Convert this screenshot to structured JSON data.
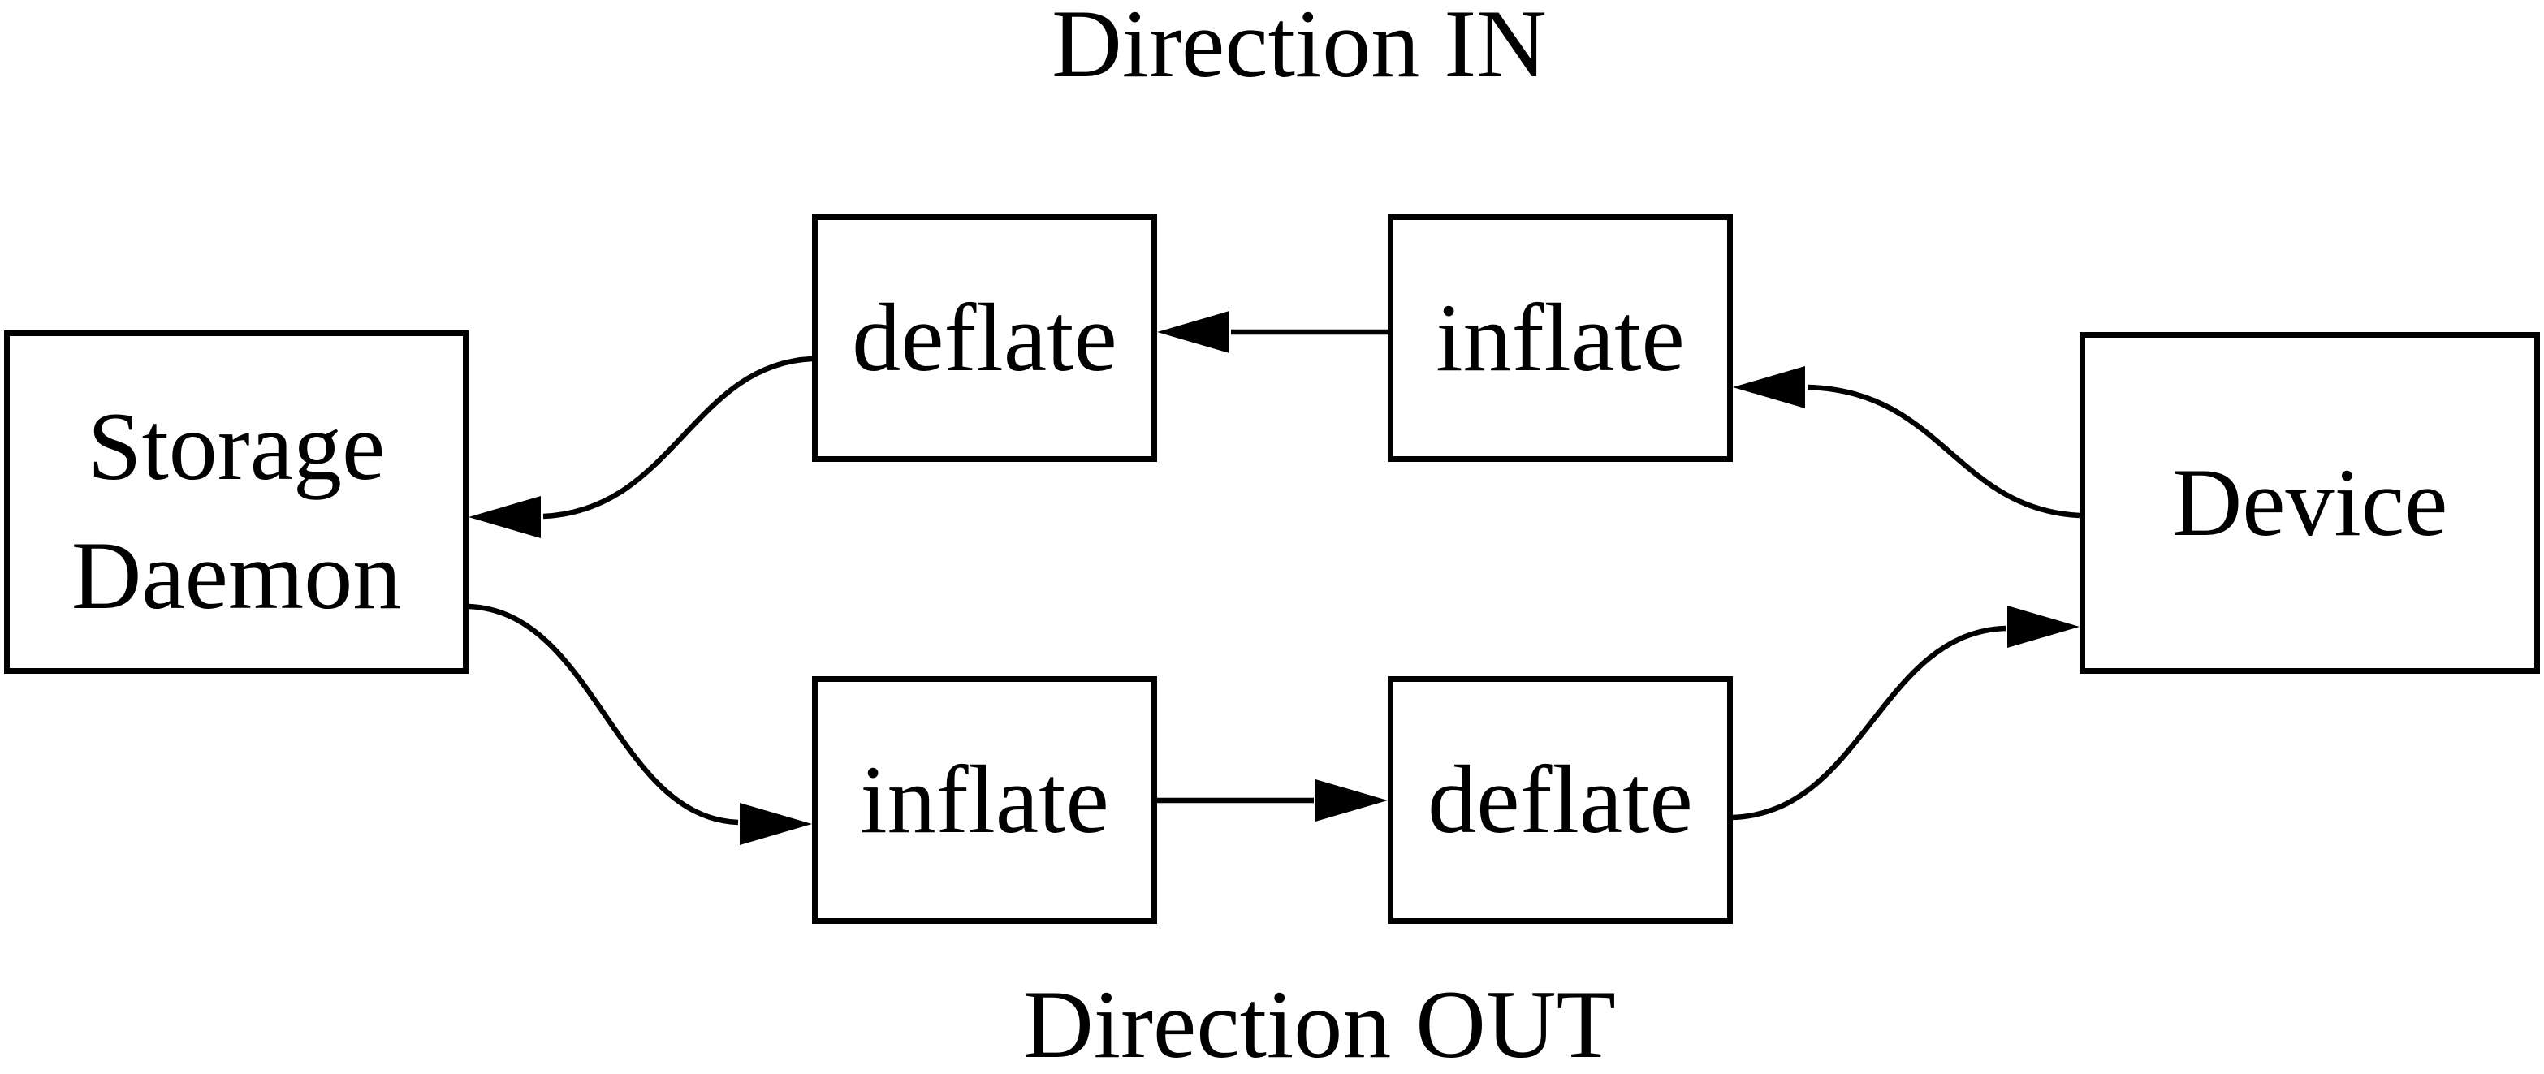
{
  "diagram": {
    "background_color": "#ffffff",
    "ink_color": "#000000",
    "titles": {
      "direction_in": "Direction IN",
      "direction_out": "Direction OUT"
    },
    "nodes": {
      "storage_daemon": {
        "id": "storage-daemon",
        "label": "Storage Daemon",
        "label_lines": [
          "Storage",
          "Daemon"
        ]
      },
      "deflate_top": {
        "id": "deflate-top",
        "label": "deflate"
      },
      "inflate_top": {
        "id": "inflate-top",
        "label": "inflate"
      },
      "device": {
        "id": "device",
        "label": "Device"
      },
      "inflate_bottom": {
        "id": "inflate-bottom",
        "label": "inflate"
      },
      "deflate_bottom": {
        "id": "deflate-bottom",
        "label": "deflate"
      }
    },
    "edges": [
      {
        "from": "device",
        "to": "inflate-top",
        "flow": "Direction IN",
        "style": "s-curve",
        "arrowhead": "solid-triangle"
      },
      {
        "from": "inflate-top",
        "to": "deflate-top",
        "flow": "Direction IN",
        "style": "straight",
        "arrowhead": "solid-triangle"
      },
      {
        "from": "deflate-top",
        "to": "storage-daemon",
        "flow": "Direction IN",
        "style": "s-curve",
        "arrowhead": "solid-triangle"
      },
      {
        "from": "storage-daemon",
        "to": "inflate-bottom",
        "flow": "Direction OUT",
        "style": "s-curve",
        "arrowhead": "solid-triangle"
      },
      {
        "from": "inflate-bottom",
        "to": "deflate-bottom",
        "flow": "Direction OUT",
        "style": "straight",
        "arrowhead": "solid-triangle"
      },
      {
        "from": "deflate-bottom",
        "to": "device",
        "flow": "Direction OUT",
        "style": "s-curve",
        "arrowhead": "solid-triangle"
      }
    ]
  }
}
